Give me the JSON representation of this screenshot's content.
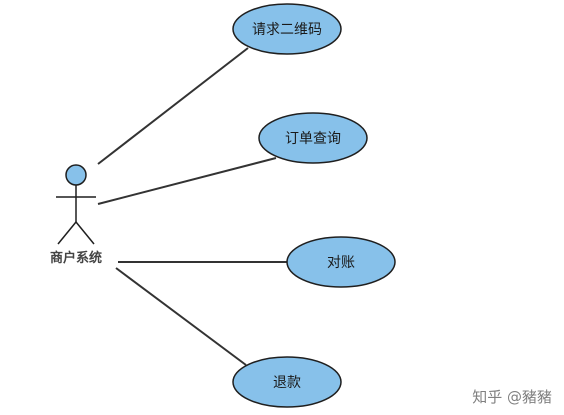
{
  "actor": {
    "label": "商户系统"
  },
  "use_cases": [
    {
      "label": "请求二维码"
    },
    {
      "label": "订单查询"
    },
    {
      "label": "对账"
    },
    {
      "label": "退款"
    }
  ],
  "watermark": "知乎 @豬豬",
  "colors": {
    "use_case_fill": "#87c1ea",
    "stroke": "#1f1f1f",
    "line": "#333333"
  }
}
